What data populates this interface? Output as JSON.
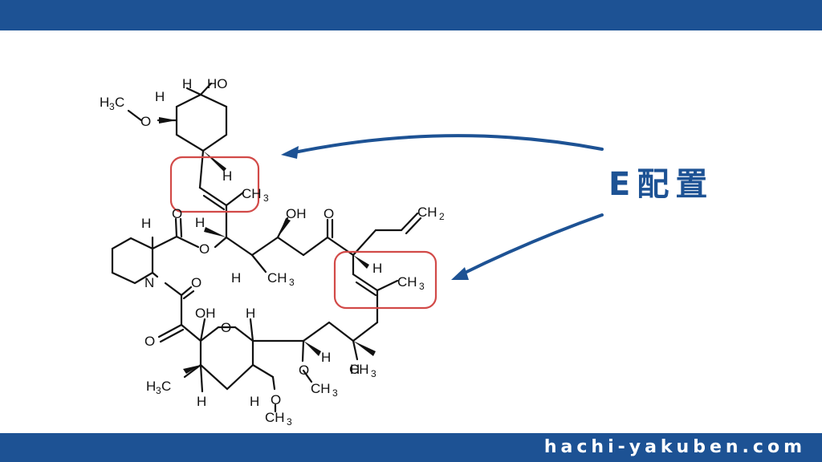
{
  "label": {
    "text": "E配置",
    "color": "#1d5294"
  },
  "footer": {
    "url": "hachi-yakuben.com"
  },
  "colors": {
    "bar": "#1d5294",
    "highlight_box": "#d24a48",
    "bond": "#111111"
  },
  "molecule": {
    "atoms": {
      "ho_top": "HO",
      "h_top": "H",
      "h_methoxy": "H",
      "o_methoxy": "O",
      "ch3_methoxy_h": "H",
      "ch3_methoxy_c": "C",
      "h_vinyl1": "H",
      "ch3_vinyl1": "CH",
      "h_pip": "H",
      "o_ester_carbonyl": "O",
      "o_ester": "O",
      "h_c_ester": "H",
      "oh_mid": "OH",
      "o_ketone": "O",
      "ch2_allyl": "CH",
      "n_pip": "N",
      "h_ch3_mid": "H",
      "ch3_mid": "CH",
      "h_vinyl2": "H",
      "ch3_vinyl2": "CH",
      "o_amide": "O",
      "oh_hemi": "OH",
      "o_ring": "O",
      "h_ring": "H",
      "o_oxalyl": "O",
      "h_c_ome": "H",
      "ch3_lower": "CH",
      "o_lower": "O",
      "ch3_lower_ome": "CH",
      "h3c_bottom": "H",
      "c_bottom": "C",
      "h_bottom": "H",
      "o_bottom": "O",
      "ch3_bottom": "CH"
    },
    "subscripts": {
      "three": "3",
      "two": "2"
    }
  }
}
